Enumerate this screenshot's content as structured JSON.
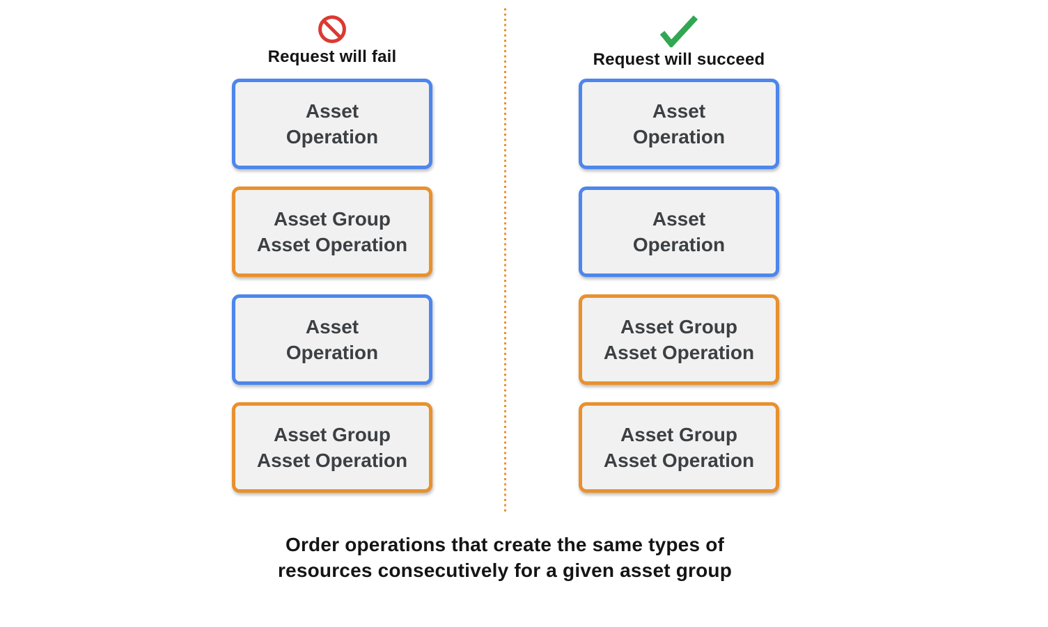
{
  "colors": {
    "page_bg": "#FFFFFF",
    "blue_border": "#4D86EC",
    "orange_border": "#E8912D",
    "box_bg": "#F1F1F1",
    "box_text": "#3C4043",
    "heading_text": "#141414",
    "caption_text": "#141414",
    "fail_icon": "#DB3931",
    "success_icon": "#31A752",
    "divider": "#E8912D"
  },
  "fail_column": {
    "icon": "prohibition-icon",
    "header": "Request will fail",
    "boxes": [
      {
        "line1": "Asset",
        "line2": "Operation",
        "border": "blue"
      },
      {
        "line1": "Asset Group",
        "line2": "Asset Operation",
        "border": "orange"
      },
      {
        "line1": "Asset",
        "line2": "Operation",
        "border": "blue"
      },
      {
        "line1": "Asset Group",
        "line2": "Asset Operation",
        "border": "orange"
      }
    ]
  },
  "succeed_column": {
    "icon": "checkmark-icon",
    "header": "Request will succeed",
    "boxes": [
      {
        "line1": "Asset",
        "line2": "Operation",
        "border": "blue"
      },
      {
        "line1": "Asset",
        "line2": "Operation",
        "border": "blue"
      },
      {
        "line1": "Asset Group",
        "line2": "Asset Operation",
        "border": "orange"
      },
      {
        "line1": "Asset Group",
        "line2": "Asset Operation",
        "border": "orange"
      }
    ]
  },
  "caption": {
    "line1": "Order operations that create the same types of",
    "line2": "resources consecutively for a given asset group"
  }
}
